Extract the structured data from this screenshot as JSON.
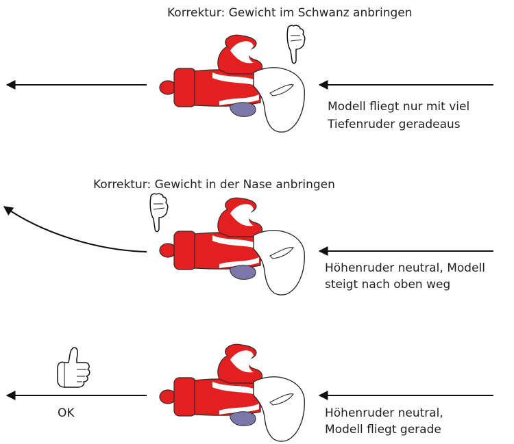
{
  "panels": [
    {
      "correction": "Korrektur: Gewicht im Schwanz anbringen",
      "description_line1": "Modell fliegt nur mit viel",
      "description_line2": "Tiefenruder geradeaus",
      "flight_path": "straight",
      "hand": "pointing-down"
    },
    {
      "correction": "Korrektur: Gewicht in der Nase anbringen",
      "description_line1": "Höhenruder neutral, Modell",
      "description_line2": "steigt nach oben weg",
      "flight_path": "climbing",
      "hand": "pointing-down"
    },
    {
      "result": "OK",
      "description_line1": "Höhenruder neutral,",
      "description_line2": "Modell fliegt gerade",
      "flight_path": "straight",
      "hand": "thumbs-up"
    }
  ],
  "colors": {
    "fuselage_red": "#e31f1f",
    "wing_purple": "#7b77a8",
    "outline": "#2a2a2a"
  }
}
